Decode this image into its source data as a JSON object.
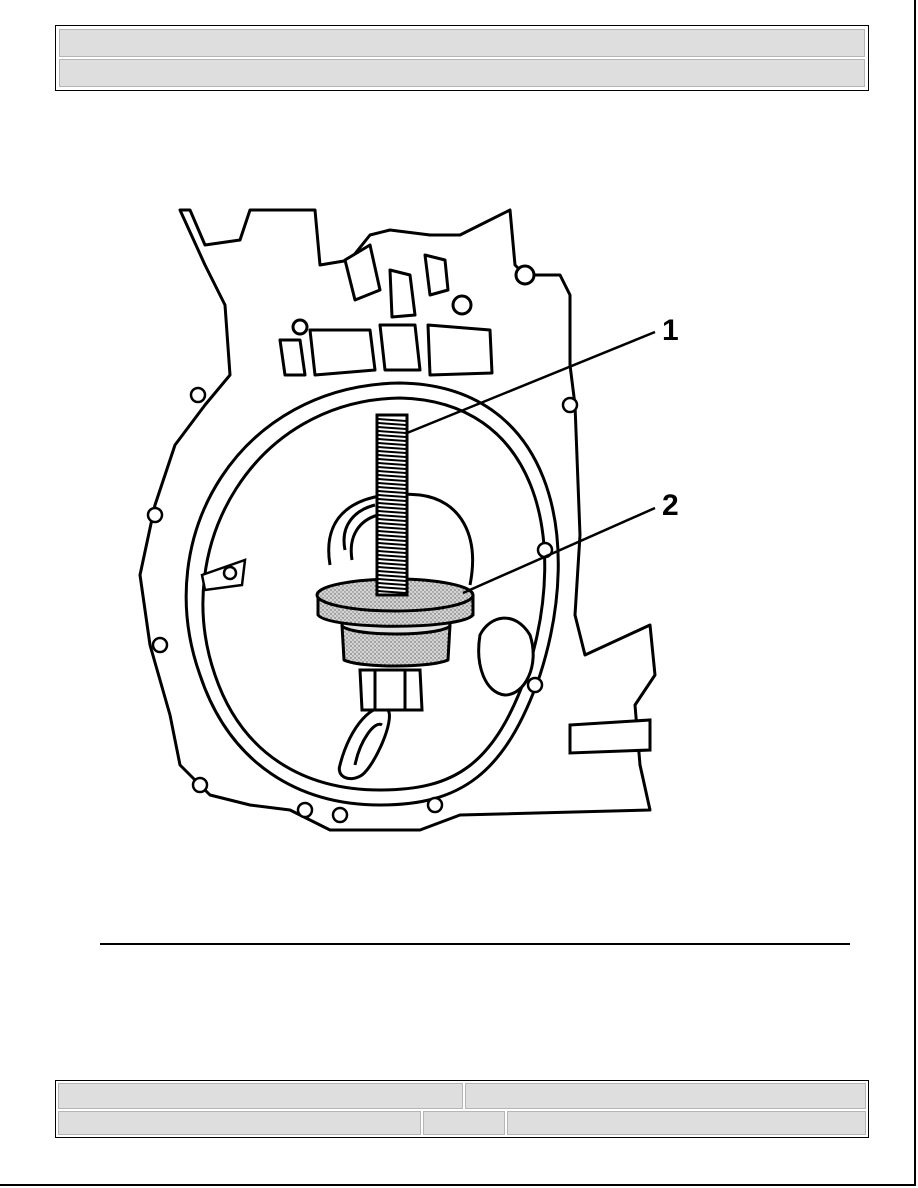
{
  "header": {
    "row1_text": "",
    "row2_text": ""
  },
  "figure": {
    "callouts": [
      {
        "number": "1",
        "part": "threaded-rod"
      },
      {
        "number": "2",
        "part": "installer-plate"
      }
    ]
  },
  "footer": {
    "cells": [
      "",
      "",
      "",
      "",
      ""
    ]
  }
}
